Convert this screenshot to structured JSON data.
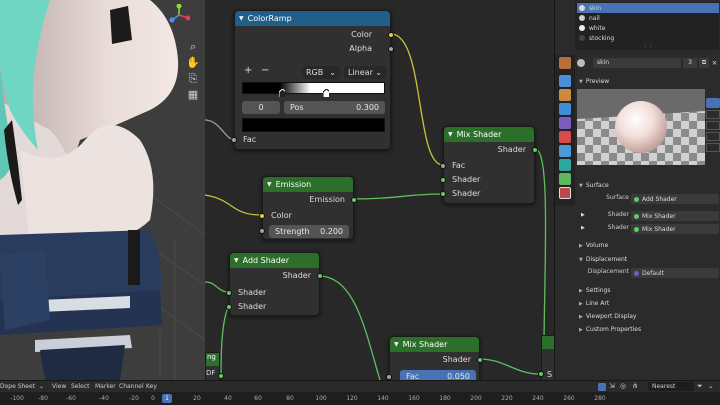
{
  "node_editor": {
    "colorramp": {
      "title": "ColorRamp",
      "out_color": "Color",
      "out_alpha": "Alpha",
      "add_btn": "+",
      "remove_btn": "−",
      "color_mode": "RGB",
      "interpolation": "Linear",
      "stop_index": "0",
      "pos_label": "Pos",
      "pos_value": "0.300",
      "in_fac": "Fac"
    },
    "mix_shader_1": {
      "title": "Mix Shader",
      "out_shader": "Shader",
      "in_fac": "Fac",
      "in_shader_1": "Shader",
      "in_shader_2": "Shader"
    },
    "emission": {
      "title": "Emission",
      "out": "Emission",
      "in_color": "Color",
      "strength_label": "Strength",
      "strength_value": "0.200"
    },
    "add_shader": {
      "title": "Add Shader",
      "out": "Shader",
      "in_1": "Shader",
      "in_2": "Shader"
    },
    "mix_shader_2": {
      "title": "Mix Shader",
      "out": "Shader",
      "fac_label": "Fac",
      "fac_value": "0.050"
    },
    "fragment_left_header": "ng",
    "fragment_left_label": "DF",
    "fragment_right_label": "S"
  },
  "properties": {
    "material_slots": [
      "skin",
      "nail",
      "white",
      "stocking"
    ],
    "material_name": "skin",
    "user_count": "3",
    "preview_label": "Preview",
    "surface_label": "Surface",
    "surface_field_label": "Surface",
    "surface_value": "Add Shader",
    "shader1_label": "Shader",
    "shader1_value": "Mix Shader",
    "shader2_label": "Shader",
    "shader2_value": "Mix Shader",
    "volume_label": "Volume",
    "displacement_label": "Displacement",
    "displacement_field_label": "Displacement",
    "displacement_value": "Default",
    "settings_label": "Settings",
    "lineart_label": "Line Art",
    "viewport_display_label": "Viewport Display",
    "custom_props_label": "Custom Properties"
  },
  "timeline": {
    "mode": "Dope Sheet",
    "menus": [
      "View",
      "Select",
      "Marker",
      "Channel",
      "Key"
    ],
    "keying": "Nearest Frame",
    "current_frame": "1",
    "ticks": [
      "-100",
      "-80",
      "-60",
      "-40",
      "-20",
      "0",
      "20",
      "40",
      "60",
      "80",
      "100",
      "120",
      "140",
      "160",
      "180",
      "200",
      "220",
      "240",
      "260",
      "280"
    ]
  },
  "colors": {
    "converter_header": "#1f5f8a",
    "shader_header": "#2b6f2b",
    "socket_yellow": "#d8d23a",
    "socket_green": "#63c763",
    "accent_blue": "#4772b3"
  }
}
